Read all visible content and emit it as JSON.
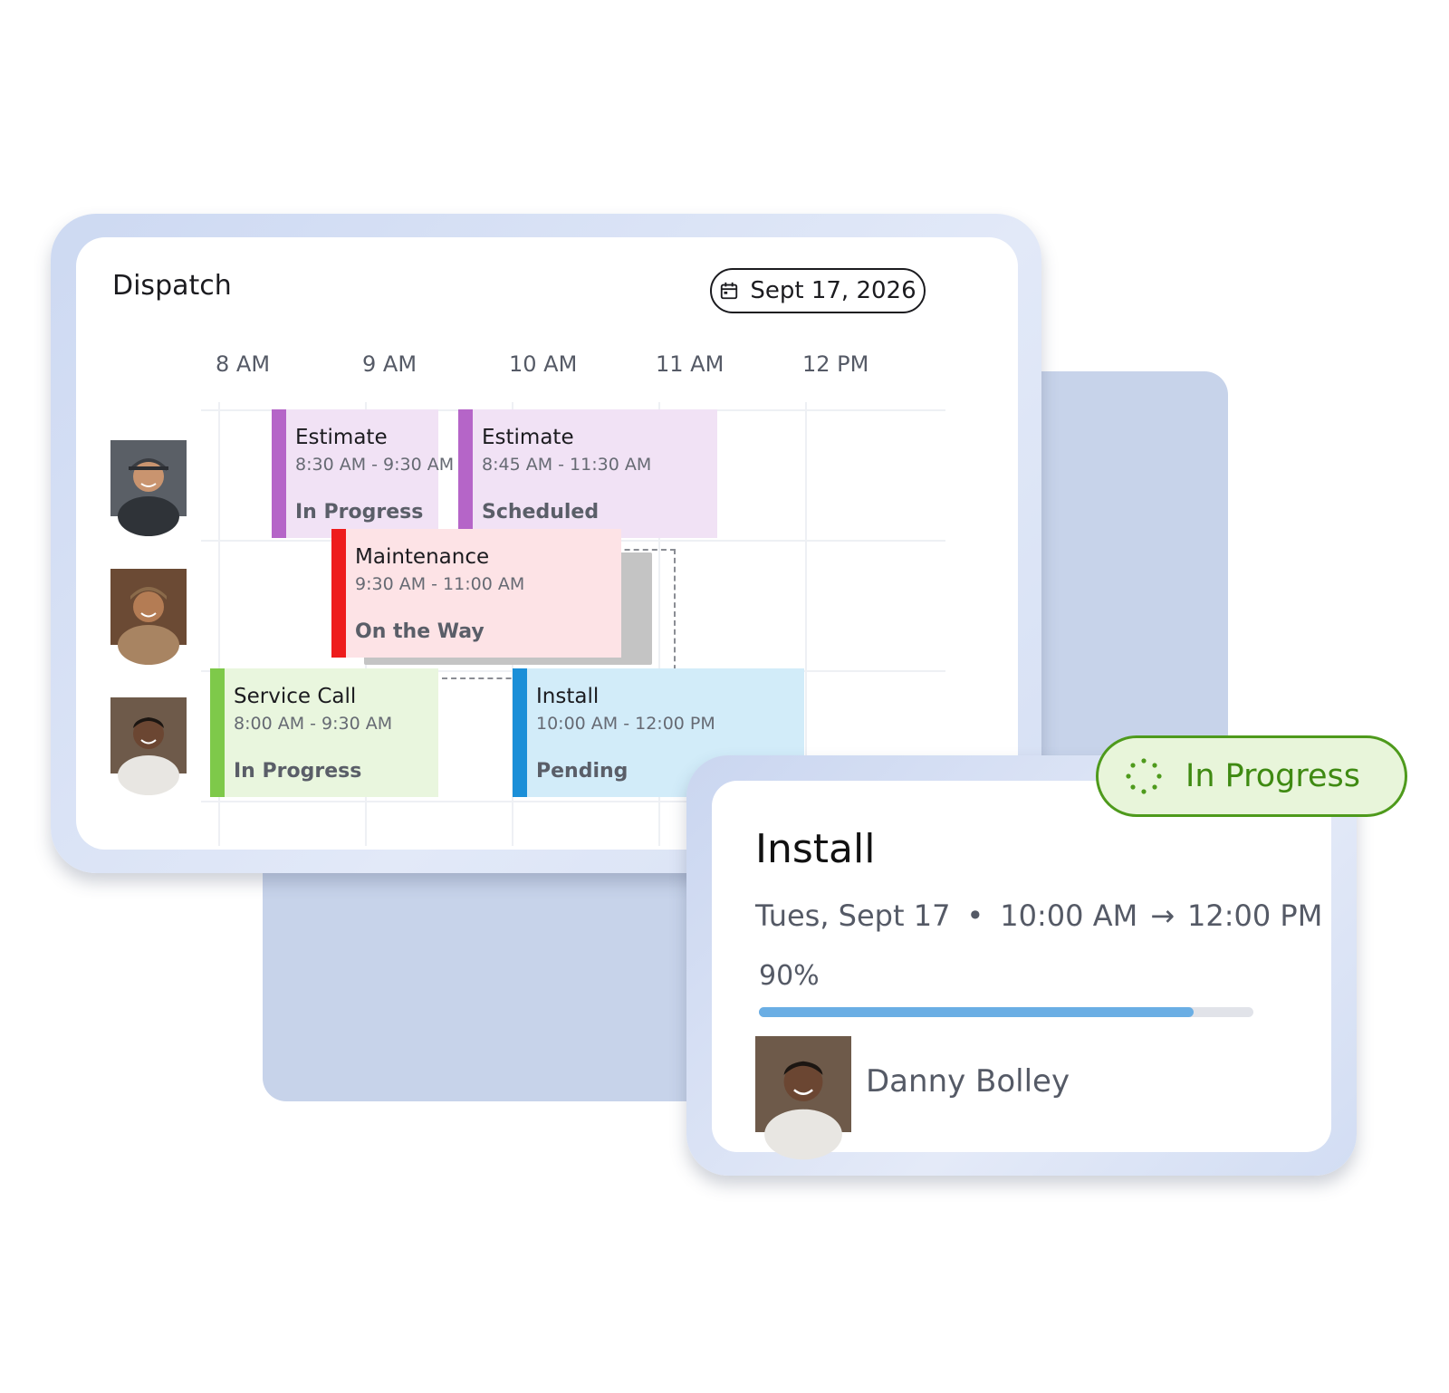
{
  "dispatch": {
    "title": "Dispatch",
    "date": "Sept 17, 2026",
    "hours": [
      "8 AM",
      "9 AM",
      "10 AM",
      "11 AM",
      "12 PM"
    ]
  },
  "technicians": [
    {
      "avatar": "technician-avatar-1"
    },
    {
      "avatar": "technician-avatar-2"
    },
    {
      "avatar": "technician-avatar-3"
    }
  ],
  "jobs": [
    {
      "title": "Estimate",
      "time": "8:30 AM - 9:30 AM",
      "status": "In Progress",
      "color": "#b565c8",
      "bg": "#f1e2f5"
    },
    {
      "title": "Estimate",
      "time": "8:45 AM - 11:30 AM",
      "status": "Scheduled",
      "color": "#b565c8",
      "bg": "#f1e2f5"
    },
    {
      "title": "Maintenance",
      "time": "9:30 AM - 11:00 AM",
      "status": "On the Way",
      "color": "#ee1c1c",
      "bg": "#fde3e6"
    },
    {
      "title": "Service Call",
      "time": "8:00 AM - 9:30 AM",
      "status": "In Progress",
      "color": "#7ec94a",
      "bg": "#e9f6de"
    },
    {
      "title": "Install",
      "time": "10:00 AM - 12:00 PM",
      "status": "Pending",
      "color": "#1b8fd8",
      "bg": "#d2ecf9"
    }
  ],
  "detail": {
    "title": "Install",
    "day": "Tues, Sept 17",
    "separator": "•",
    "start": "10:00 AM",
    "arrow": "→",
    "end": "12:00 PM",
    "progress_label": "90%",
    "progress": 0.88,
    "assignee": "Danny Bolley",
    "status": "In Progress",
    "status_color": "#3f8a12"
  }
}
